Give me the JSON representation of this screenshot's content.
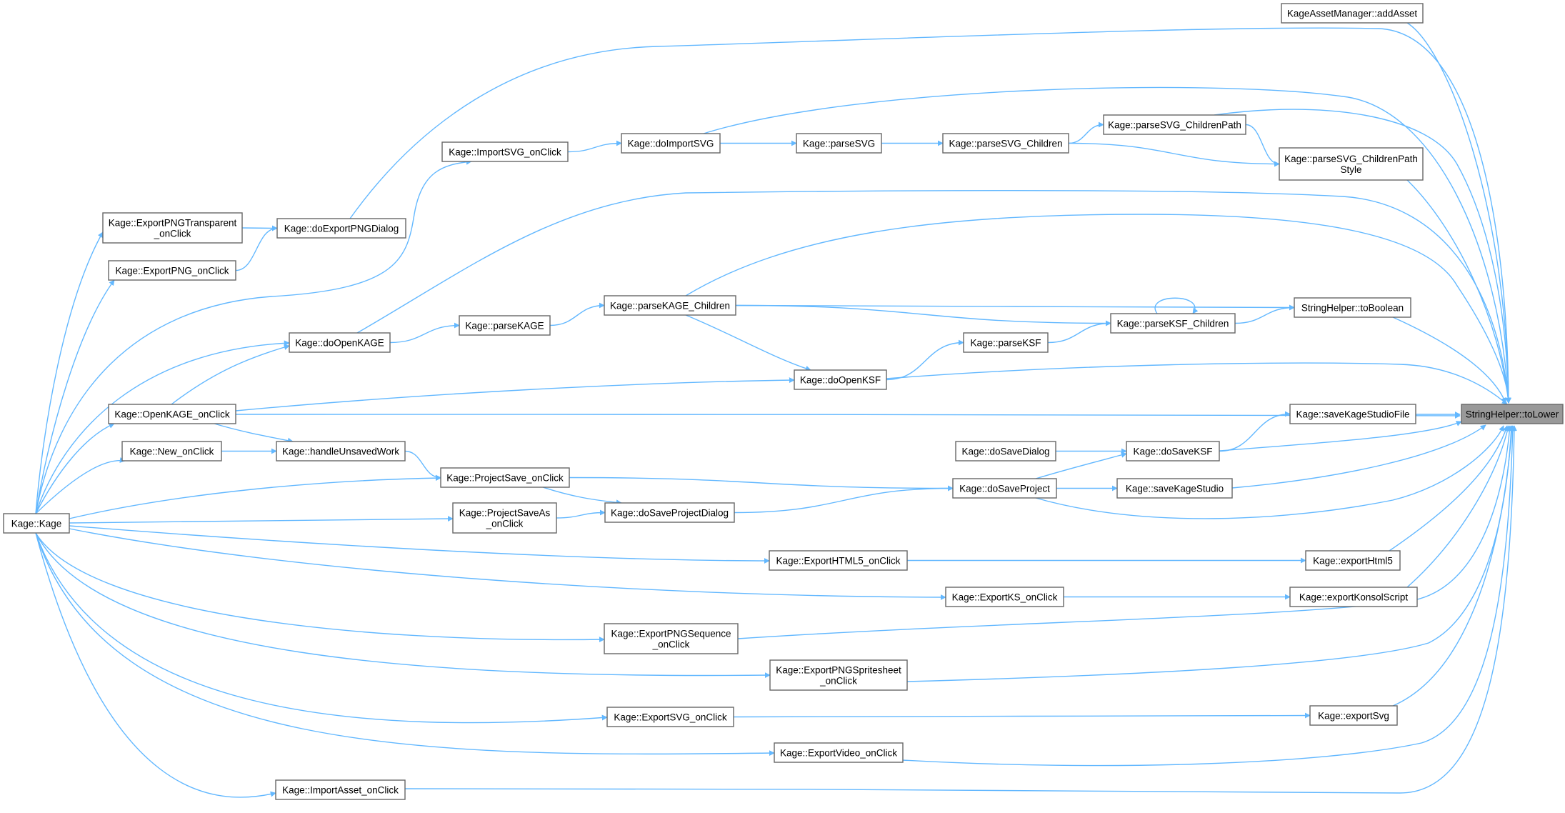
{
  "graph": {
    "kind": "caller-graph",
    "colors": {
      "edge": "#63b8ff",
      "node_border": "#666666",
      "node_fill": "#ffffff",
      "focus_fill": "#999999"
    },
    "nodes": [
      {
        "id": "addAsset",
        "lines": [
          "KageAssetManager::addAsset"
        ]
      },
      {
        "id": "toLower",
        "lines": [
          "StringHelper::toLower"
        ],
        "focus": true
      },
      {
        "id": "parseSVG_ChildrenPath",
        "lines": [
          "Kage::parseSVG_ChildrenPath"
        ]
      },
      {
        "id": "parseSVG_ChildrenPathStyle",
        "lines": [
          "Kage::parseSVG_ChildrenPath",
          "Style"
        ]
      },
      {
        "id": "doImportSVG",
        "lines": [
          "Kage::doImportSVG"
        ]
      },
      {
        "id": "ImportSVG_onClick",
        "lines": [
          "Kage::ImportSVG_onClick"
        ]
      },
      {
        "id": "parseSVG",
        "lines": [
          "Kage::parseSVG"
        ]
      },
      {
        "id": "parseSVG_Children",
        "lines": [
          "Kage::parseSVG_Children"
        ]
      },
      {
        "id": "ExportPNGTransparent",
        "lines": [
          "Kage::ExportPNGTransparent",
          "_onClick"
        ]
      },
      {
        "id": "doExportPNGDialog",
        "lines": [
          "Kage::doExportPNGDialog"
        ]
      },
      {
        "id": "ExportPNG_onClick",
        "lines": [
          "Kage::ExportPNG_onClick"
        ]
      },
      {
        "id": "parseKAGE_Children",
        "lines": [
          "Kage::parseKAGE_Children"
        ]
      },
      {
        "id": "toBoolean",
        "lines": [
          "StringHelper::toBoolean"
        ]
      },
      {
        "id": "parseKSF_Children",
        "lines": [
          "Kage::parseKSF_Children"
        ]
      },
      {
        "id": "parseKSF",
        "lines": [
          "Kage::parseKSF"
        ]
      },
      {
        "id": "parseKAGE",
        "lines": [
          "Kage::parseKAGE"
        ]
      },
      {
        "id": "doOpenKAGE",
        "lines": [
          "Kage::doOpenKAGE"
        ]
      },
      {
        "id": "doOpenKSF",
        "lines": [
          "Kage::doOpenKSF"
        ]
      },
      {
        "id": "OpenKAGE_onClick",
        "lines": [
          "Kage::OpenKAGE_onClick"
        ]
      },
      {
        "id": "saveKageStudioFile",
        "lines": [
          "Kage::saveKageStudioFile"
        ]
      },
      {
        "id": "doSaveDialog",
        "lines": [
          "Kage::doSaveDialog"
        ]
      },
      {
        "id": "doSaveKSF",
        "lines": [
          "Kage::doSaveKSF"
        ]
      },
      {
        "id": "New_onClick",
        "lines": [
          "Kage::New_onClick"
        ]
      },
      {
        "id": "handleUnsavedWork",
        "lines": [
          "Kage::handleUnsavedWork"
        ]
      },
      {
        "id": "ProjectSave_onClick",
        "lines": [
          "Kage::ProjectSave_onClick"
        ]
      },
      {
        "id": "doSaveProject",
        "lines": [
          "Kage::doSaveProject"
        ]
      },
      {
        "id": "saveKageStudio",
        "lines": [
          "Kage::saveKageStudio"
        ]
      },
      {
        "id": "Kage",
        "lines": [
          "Kage::Kage"
        ]
      },
      {
        "id": "ProjectSaveAs",
        "lines": [
          "Kage::ProjectSaveAs",
          "_onClick"
        ]
      },
      {
        "id": "doSaveProjectDialog",
        "lines": [
          "Kage::doSaveProjectDialog"
        ]
      },
      {
        "id": "ExportHTML5_onClick",
        "lines": [
          "Kage::ExportHTML5_onClick"
        ]
      },
      {
        "id": "exportHtml5",
        "lines": [
          "Kage::exportHtml5"
        ]
      },
      {
        "id": "ExportKS_onClick",
        "lines": [
          "Kage::ExportKS_onClick"
        ]
      },
      {
        "id": "exportKonsolScript",
        "lines": [
          "Kage::exportKonsolScript"
        ]
      },
      {
        "id": "ExportPNGSequence",
        "lines": [
          "Kage::ExportPNGSequence",
          "_onClick"
        ]
      },
      {
        "id": "ExportPNGSpritesheet",
        "lines": [
          "Kage::ExportPNGSpritesheet",
          "_onClick"
        ]
      },
      {
        "id": "ExportSVG_onClick",
        "lines": [
          "Kage::ExportSVG_onClick"
        ]
      },
      {
        "id": "exportSvg",
        "lines": [
          "Kage::exportSvg"
        ]
      },
      {
        "id": "ExportVideo_onClick",
        "lines": [
          "Kage::ExportVideo_onClick"
        ]
      },
      {
        "id": "ImportAsset_onClick",
        "lines": [
          "Kage::ImportAsset_onClick"
        ]
      }
    ],
    "edges": [
      [
        "addAsset",
        "toLower"
      ],
      [
        "ImportSVG_onClick",
        "doImportSVG"
      ],
      [
        "doImportSVG",
        "parseSVG"
      ],
      [
        "doImportSVG",
        "toLower"
      ],
      [
        "parseSVG",
        "parseSVG_Children"
      ],
      [
        "parseSVG_Children",
        "parseSVG_ChildrenPath"
      ],
      [
        "parseSVG_Children",
        "parseSVG_ChildrenPathStyle"
      ],
      [
        "parseSVG_ChildrenPath",
        "parseSVG_ChildrenPathStyle"
      ],
      [
        "parseSVG_ChildrenPath",
        "toLower"
      ],
      [
        "parseSVG_ChildrenPathStyle",
        "toLower"
      ],
      [
        "ExportPNGTransparent",
        "doExportPNGDialog"
      ],
      [
        "ExportPNG_onClick",
        "doExportPNGDialog"
      ],
      [
        "doExportPNGDialog",
        "toLower"
      ],
      [
        "doOpenKAGE",
        "parseKAGE"
      ],
      [
        "doOpenKAGE",
        "toLower"
      ],
      [
        "parseKAGE",
        "parseKAGE_Children"
      ],
      [
        "parseKAGE_Children",
        "toBoolean"
      ],
      [
        "parseKAGE_Children",
        "parseKSF_Children"
      ],
      [
        "parseKAGE_Children",
        "doOpenKSF"
      ],
      [
        "parseKAGE_Children",
        "toLower"
      ],
      [
        "parseKSF_Children",
        "parseKSF_Children"
      ],
      [
        "parseKSF_Children",
        "toBoolean"
      ],
      [
        "parseKSF",
        "parseKSF_Children"
      ],
      [
        "doOpenKSF",
        "parseKSF"
      ],
      [
        "doOpenKSF",
        "toLower"
      ],
      [
        "toBoolean",
        "toLower"
      ],
      [
        "OpenKAGE_onClick",
        "doOpenKAGE"
      ],
      [
        "OpenKAGE_onClick",
        "doOpenKSF"
      ],
      [
        "OpenKAGE_onClick",
        "handleUnsavedWork"
      ],
      [
        "OpenKAGE_onClick",
        "toLower"
      ],
      [
        "New_onClick",
        "handleUnsavedWork"
      ],
      [
        "handleUnsavedWork",
        "ProjectSave_onClick"
      ],
      [
        "ProjectSave_onClick",
        "doSaveProject"
      ],
      [
        "ProjectSave_onClick",
        "doSaveProjectDialog"
      ],
      [
        "ProjectSaveAs",
        "doSaveProjectDialog"
      ],
      [
        "doSaveProjectDialog",
        "doSaveProject"
      ],
      [
        "doSaveDialog",
        "doSaveKSF"
      ],
      [
        "doSaveProject",
        "doSaveKSF"
      ],
      [
        "doSaveProject",
        "saveKageStudio"
      ],
      [
        "doSaveProject",
        "toLower"
      ],
      [
        "doSaveKSF",
        "saveKageStudioFile"
      ],
      [
        "doSaveKSF",
        "toLower"
      ],
      [
        "saveKageStudioFile",
        "toLower"
      ],
      [
        "saveKageStudio",
        "toLower"
      ],
      [
        "ExportHTML5_onClick",
        "exportHtml5"
      ],
      [
        "exportHtml5",
        "toLower"
      ],
      [
        "ExportKS_onClick",
        "exportKonsolScript"
      ],
      [
        "exportKonsolScript",
        "toLower"
      ],
      [
        "ExportPNGSequence",
        "toLower"
      ],
      [
        "ExportPNGSpritesheet",
        "toLower"
      ],
      [
        "ExportSVG_onClick",
        "exportSvg"
      ],
      [
        "exportSvg",
        "toLower"
      ],
      [
        "ExportVideo_onClick",
        "toLower"
      ],
      [
        "ImportAsset_onClick",
        "toLower"
      ],
      [
        "Kage",
        "ExportPNGTransparent"
      ],
      [
        "Kage",
        "ExportPNG_onClick"
      ],
      [
        "Kage",
        "ImportSVG_onClick"
      ],
      [
        "Kage",
        "doOpenKAGE"
      ],
      [
        "Kage",
        "OpenKAGE_onClick"
      ],
      [
        "Kage",
        "New_onClick"
      ],
      [
        "Kage",
        "ProjectSave_onClick"
      ],
      [
        "Kage",
        "ProjectSaveAs"
      ],
      [
        "Kage",
        "ExportHTML5_onClick"
      ],
      [
        "Kage",
        "ExportKS_onClick"
      ],
      [
        "Kage",
        "ExportPNGSequence"
      ],
      [
        "Kage",
        "ExportPNGSpritesheet"
      ],
      [
        "Kage",
        "ExportSVG_onClick"
      ],
      [
        "Kage",
        "ExportVideo_onClick"
      ],
      [
        "Kage",
        "ImportAsset_onClick"
      ]
    ]
  }
}
